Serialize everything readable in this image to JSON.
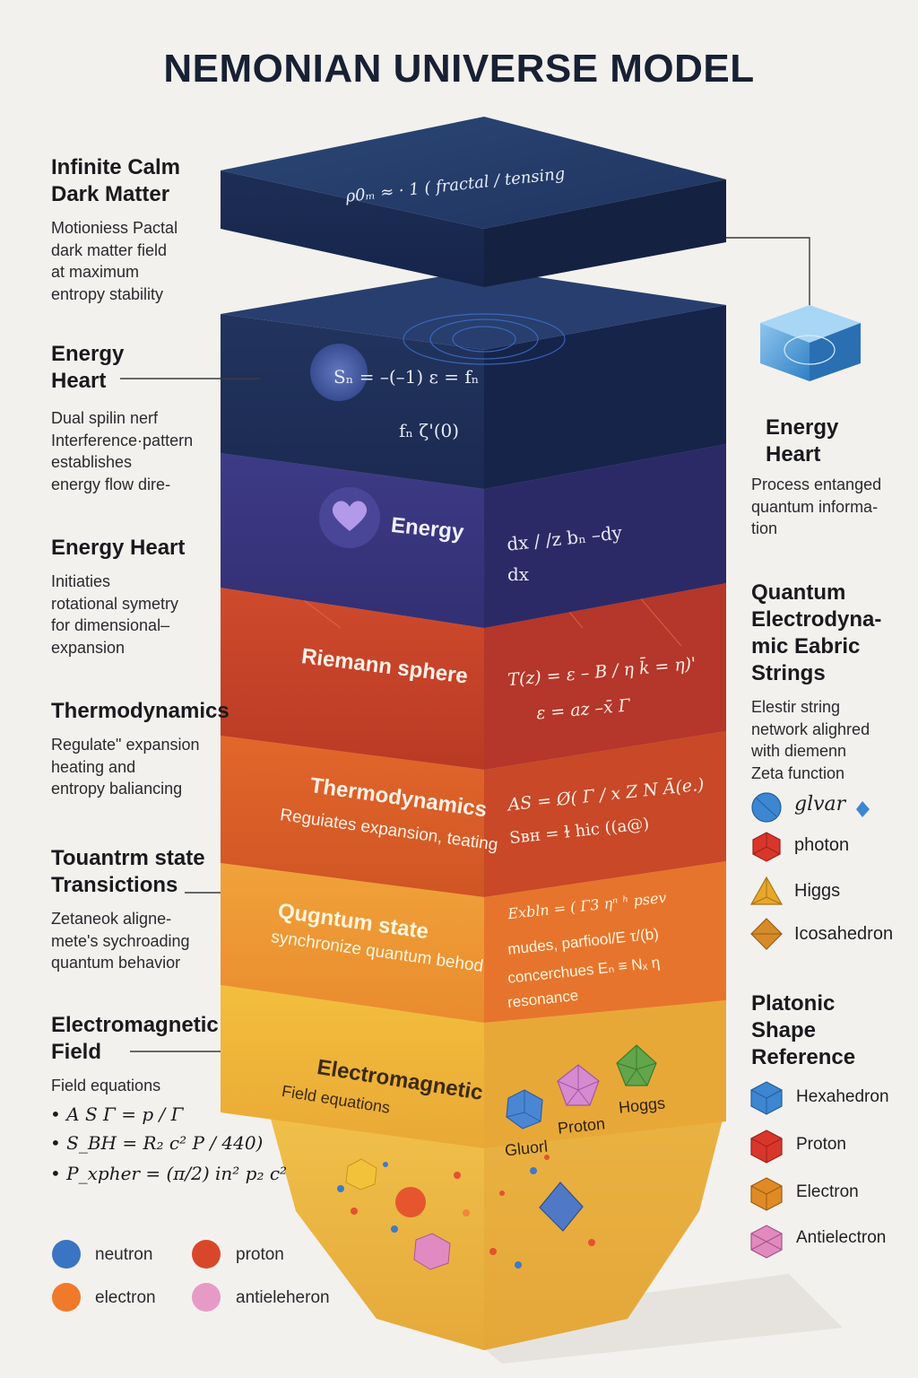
{
  "title": "NEMONIAN UNIVERSE MODEL",
  "left_sections": [
    {
      "heading": [
        "Infinite Calm",
        "Dark Matter"
      ],
      "desc": [
        "Motioniess Pactal",
        "dark matter field",
        "at maximum",
        "entropy stability"
      ]
    },
    {
      "heading": [
        "Energy",
        "Heart"
      ],
      "desc": [
        "Dual spilin nerf",
        "Interference·pattern",
        "establishes",
        "energy flow dire-"
      ]
    },
    {
      "heading": [
        "Energy Heart"
      ],
      "desc": [
        "Initiaties",
        "rotational symetry",
        "for dimensional–",
        "expansion"
      ]
    },
    {
      "heading": [
        "Thermodynamics"
      ],
      "desc": [
        "Regulate\" expansion",
        "heating and",
        "entropy baliancing"
      ]
    },
    {
      "heading": [
        "Touantrm state",
        "Transictions"
      ],
      "desc": [
        "Zetaneok aligne-",
        "mete's sychroading",
        "quantum behavior"
      ]
    },
    {
      "heading": [
        "Electromagnetic",
        "Field"
      ],
      "desc": [
        "Field equations"
      ]
    }
  ],
  "field_equations": [
    "• Α S Γ = p / Γ",
    "• S_BH = R₂ c²  P / 440)",
    "• P_xpher = (π/2) in² p₂ c²"
  ],
  "legend": [
    {
      "label": "neutron",
      "color": "#3a74c2"
    },
    {
      "label": "proton",
      "color": "#d9472b"
    },
    {
      "label": "electron",
      "color": "#f07a2a"
    },
    {
      "label": "antieleheron",
      "color": "#e79ac6"
    }
  ],
  "right_sections": [
    {
      "heading": [
        "Energy",
        "Heart"
      ],
      "desc": [
        "Process entanged",
        "quantum informa-",
        "tion"
      ]
    },
    {
      "heading": [
        "Quantum",
        "Electrodyna-",
        "mic Eabric",
        "Strings"
      ],
      "desc": [
        "Elestir string",
        "network alighred",
        "with diemenn",
        "Zeta function"
      ]
    },
    {
      "heading": [
        "Platonic",
        "Shape",
        "Reference"
      ],
      "desc": []
    }
  ],
  "particle_shapes": [
    {
      "label": "glvar",
      "color": "#3d86d1"
    },
    {
      "label": "photon",
      "color": "#d9362b"
    },
    {
      "label": "Higgs",
      "color": "#e8a72b"
    },
    {
      "label": "Icosahedron",
      "color": "#d68a2a"
    }
  ],
  "platonic_shapes": [
    {
      "label": "Hexahedron",
      "color": "#3d86d1"
    },
    {
      "label": "Proton",
      "color": "#d9362b"
    },
    {
      "label": "Electron",
      "color": "#e08a25"
    },
    {
      "label": "Antielectron",
      "color": "#e18ac0"
    }
  ],
  "layers": {
    "dark_matter_formula": "ρ0ₘ ≈ · 1 ( fractal / tensing",
    "energy_heart_formula": [
      "Sₙ = –(–1) ε = fₙ",
      "fₙ   ζ'(0)"
    ],
    "energy_label": "Energy",
    "energy_formula": [
      "dx / ∕z bₙ –dy",
      "dx"
    ],
    "riemann_label": "Riemann sphere",
    "riemann_formula": [
      "T(z) = ε – B / η k̄ = η)'",
      "ε = az –x̄ Γ"
    ],
    "thermo_label": "Thermodynamics",
    "thermo_sub": "Reguiates expansion, teating",
    "thermo_formula": [
      "ΑS = Ø( Γ ∕ x  Z N Ā(e.)",
      "Sвн = ɫ hic  ((a@)"
    ],
    "quantum_label": "Qugntum state",
    "quantum_sub": "synchronize quantum behod",
    "quantum_formula": [
      "Exbln = ( Γ3 ηⁿ ʰ psev",
      "mudes, parfiool/E  τ/(b)",
      "concerchues  Eₙ ≡ Nₓ η",
      "resonance"
    ],
    "em_label": "Electromagnetic",
    "em_sub": "Field equations",
    "em_shape_labels": [
      "Gluorl",
      "Proton",
      "Hoggs"
    ]
  }
}
